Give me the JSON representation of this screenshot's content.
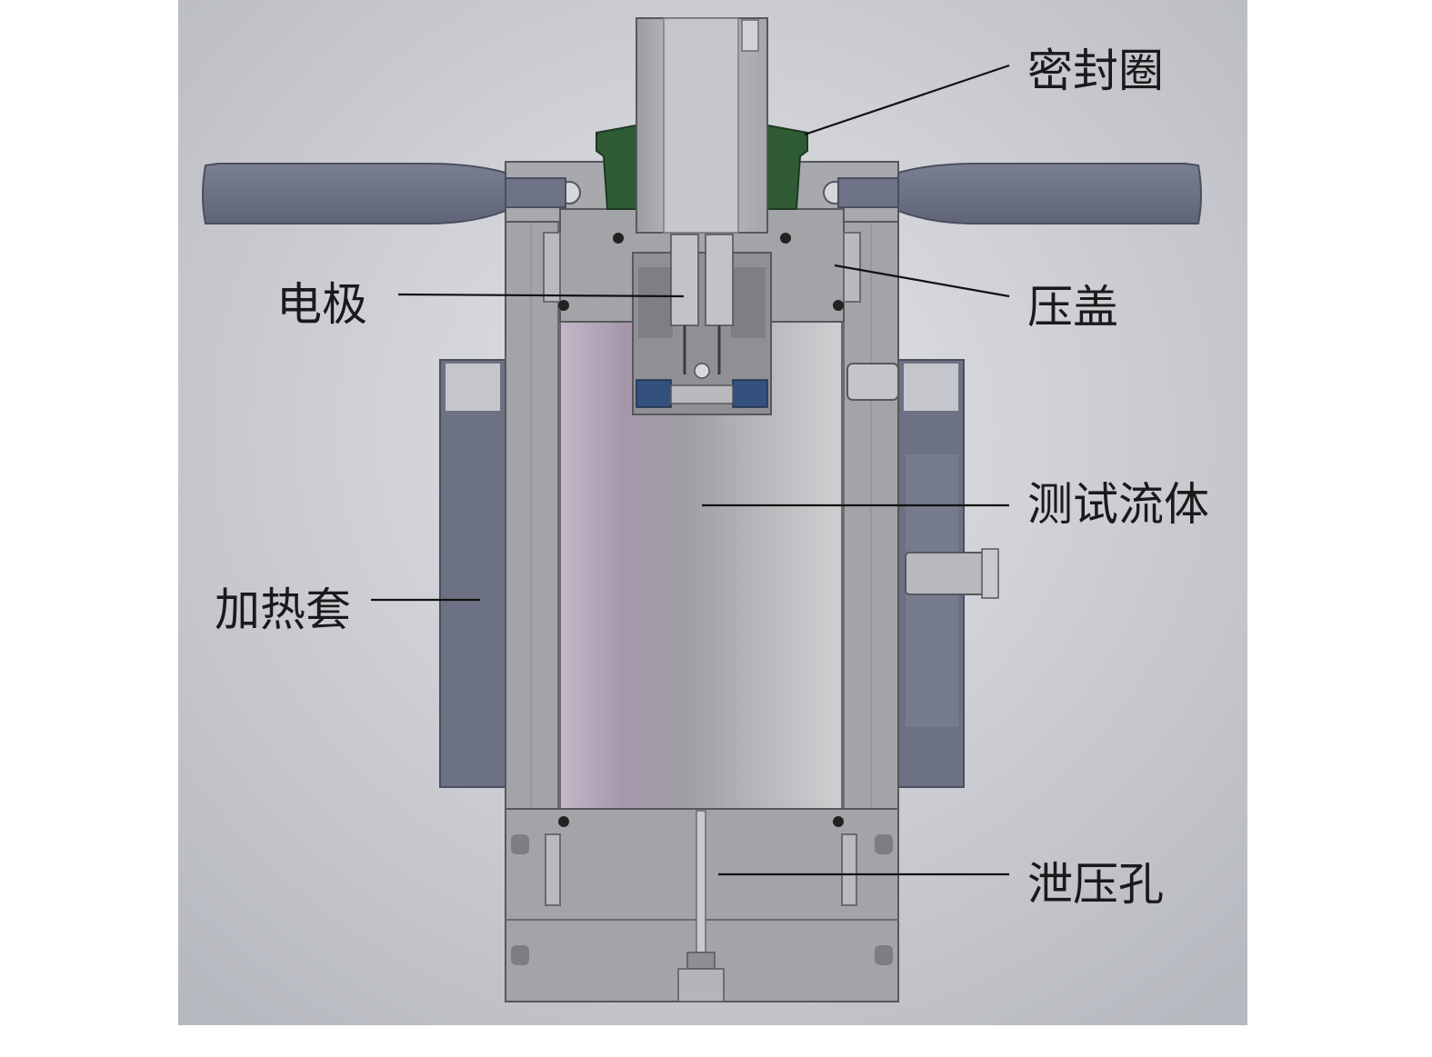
{
  "labels": {
    "seal_ring": "密封圈",
    "electrode": "电极",
    "gland": "压盖",
    "test_fluid": "测试流体",
    "heating_jacket": "加热套",
    "relief_hole": "泄压孔"
  },
  "colors": {
    "background_center": "#e3e4e7",
    "background_edge": "#b6b8bf",
    "metal": "#a3a4a8",
    "metal_dark": "#8f9095",
    "metal_outline": "#57585c",
    "handle": "#6e7388",
    "handle_dark": "#5b6074",
    "heating_jacket": "#6c7184",
    "seal_green": "#2f5b35",
    "o_ring_blue": "#34507c",
    "fluid_light": "#c9c9cc",
    "fluid_purple": "#a797ab",
    "leader_line": "#111111"
  }
}
